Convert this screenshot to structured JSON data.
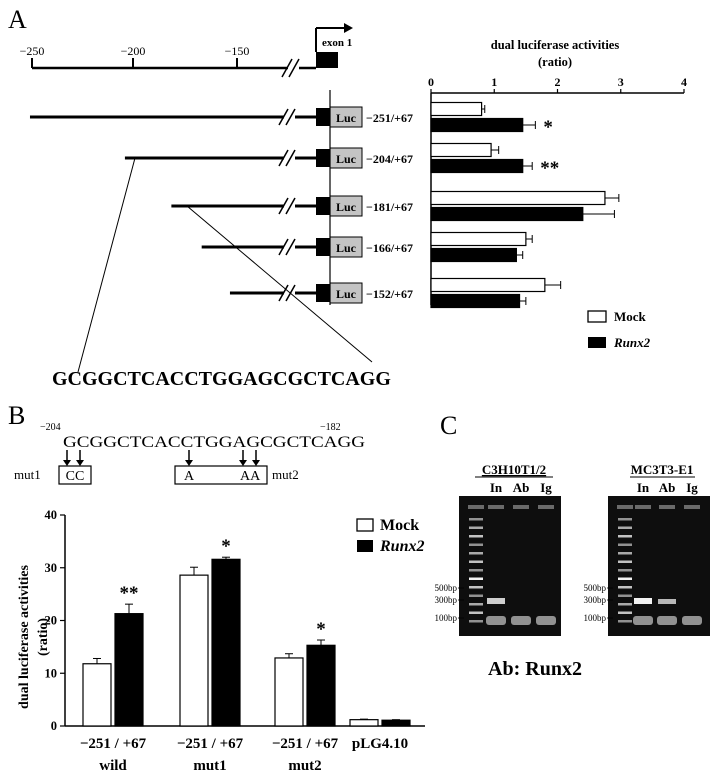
{
  "panel_a": {
    "label": "A",
    "ruler_ticks": [
      -250,
      -200,
      -150
    ],
    "ruler_tick_labels": [
      "−250",
      "−200",
      "−150"
    ],
    "exon_label": "exon 1",
    "chart_title_line1": "dual luciferase activities",
    "chart_title_line2": "(ratio)",
    "luc_label": "Luc",
    "sequence": "GCGGCTCACCTGGAGCGCTCAGG",
    "legend": {
      "mock": "Mock",
      "runx2": "Runx2"
    },
    "construct_starts": [
      -251,
      -204,
      -181,
      -166,
      -152
    ]
  },
  "panel_b": {
    "label": "B",
    "seq_start": "−204",
    "seq_end": "−182",
    "sequence": "GCGGCTCACCTGGAGCGCTCAGG",
    "mut1_label": "mut1",
    "mut1_seq": "CC",
    "mut2_label": "mut2",
    "mut2_seq_a": "A",
    "mut2_seq_b": "AA",
    "legend": {
      "mock": "Mock",
      "runx2": "Runx2"
    },
    "ylabel_line1": "dual luciferase activities",
    "ylabel_line2": "(ratio)"
  },
  "panel_c": {
    "label": "C",
    "gel1_title": "C3H10T1/2",
    "gel2_title": "MC3T3-E1",
    "lanes": [
      "In",
      "Ab",
      "Ig"
    ],
    "markers": [
      "500bp",
      "300bp",
      "100bp"
    ],
    "caption": "Ab: Runx2"
  },
  "chart_data": [
    {
      "type": "bar",
      "orientation": "horizontal",
      "categories": [
        "−251/+67",
        "−204/+67",
        "−181/+67",
        "−166/+67",
        "−152/+67"
      ],
      "series": [
        {
          "name": "Mock",
          "color": "#ffffff",
          "values": [
            0.8,
            0.95,
            2.75,
            1.5,
            1.8
          ],
          "errors": [
            0.05,
            0.12,
            0.22,
            0.1,
            0.25
          ]
        },
        {
          "name": "Runx2",
          "color": "#000000",
          "values": [
            1.45,
            1.45,
            2.4,
            1.35,
            1.4
          ],
          "errors": [
            0.2,
            0.15,
            0.5,
            0.1,
            0.1
          ]
        }
      ],
      "significance": [
        "*",
        "**",
        "",
        "",
        ""
      ],
      "xlim": [
        0,
        4
      ],
      "xticks": [
        0,
        1,
        2,
        3,
        4
      ],
      "title": "dual luciferase activities (ratio)"
    },
    {
      "type": "bar",
      "categories": [
        "−251 / +67",
        "−251 / +67",
        "−251 / +67",
        "pLG4.10"
      ],
      "category_sublabels": [
        "wild",
        "mut1",
        "mut2",
        ""
      ],
      "series": [
        {
          "name": "Mock",
          "color": "#ffffff",
          "values": [
            11.8,
            28.6,
            12.9,
            1.2
          ],
          "errors": [
            1.0,
            1.5,
            0.8,
            0.1
          ]
        },
        {
          "name": "Runx2",
          "color": "#000000",
          "values": [
            21.3,
            31.6,
            15.3,
            1.1
          ],
          "errors": [
            1.8,
            0.4,
            1.0,
            0.1
          ]
        }
      ],
      "significance": [
        "**",
        "*",
        "*",
        ""
      ],
      "ylim": [
        0,
        40
      ],
      "yticks": [
        0,
        10,
        20,
        30,
        40
      ],
      "ylabel": "dual luciferase activities (ratio)"
    }
  ]
}
